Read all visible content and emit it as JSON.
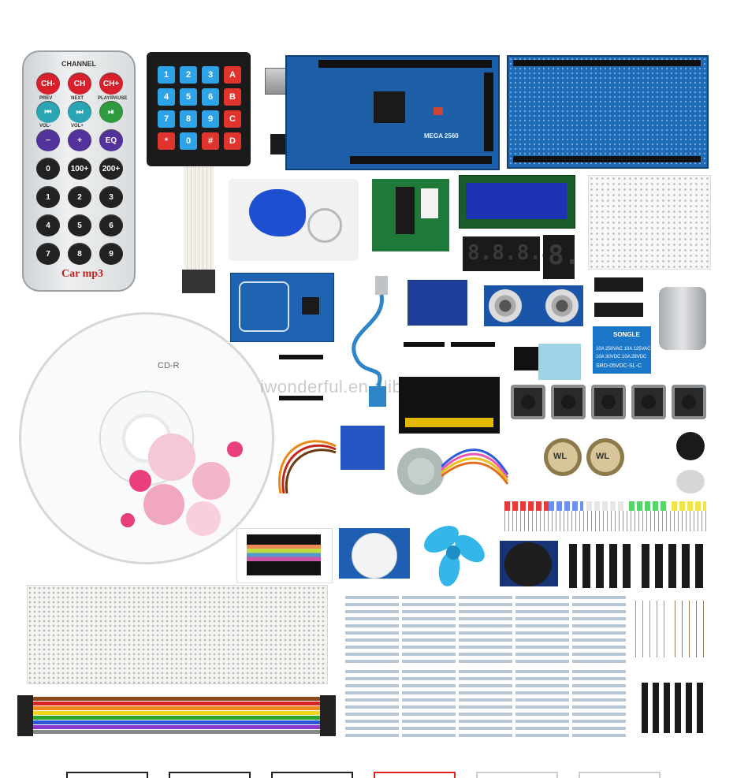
{
  "remote": {
    "header": "CHANNEL",
    "row1": [
      "CH-",
      "CH",
      "CH+"
    ],
    "row2_labels": [
      "PREV",
      "NEXT",
      "PLAY/PAUSE"
    ],
    "row2_icons": [
      "rewind-icon",
      "fast-forward-icon",
      "play-pause-icon"
    ],
    "row3_labels": [
      "VOL-",
      "VOL+"
    ],
    "row3": [
      "−",
      "+",
      "EQ"
    ],
    "row4": [
      "0",
      "100+",
      "200+"
    ],
    "row5": [
      "1",
      "2",
      "3"
    ],
    "row6": [
      "4",
      "5",
      "6"
    ],
    "row7": [
      "7",
      "8",
      "9"
    ],
    "brand": "Car mp3"
  },
  "keypad": {
    "keys": [
      "1",
      "2",
      "3",
      "A",
      "4",
      "5",
      "6",
      "B",
      "7",
      "8",
      "9",
      "C",
      "*",
      "0",
      "#",
      "D"
    ]
  },
  "mega_board": {
    "label": "MEGA 2560"
  },
  "cd": {
    "label": "CD-R"
  },
  "watermark": "iwonderful.en.alibaba.com",
  "relay": {
    "brand": "SONGLE",
    "line1": "10A 250VAC  10A 125VAC",
    "line2": "10A 30VDC   10A 28VDC",
    "model": "SRD-05VDC-SL-C"
  },
  "potentiometers": [
    "WL",
    "WL"
  ],
  "seven_segment": {
    "four_digit": "8.8.8.8.",
    "single_digit": "8."
  },
  "colors": {
    "board_blue": "#1c5fa6",
    "remote_red": "#d7202b",
    "keypad_blue": "#2ea3e8",
    "keypad_red": "#e0342f"
  },
  "thumbnails": [
    "thumb-1",
    "thumb-2",
    "thumb-3",
    "thumb-4",
    "thumb-5",
    "thumb-6"
  ]
}
